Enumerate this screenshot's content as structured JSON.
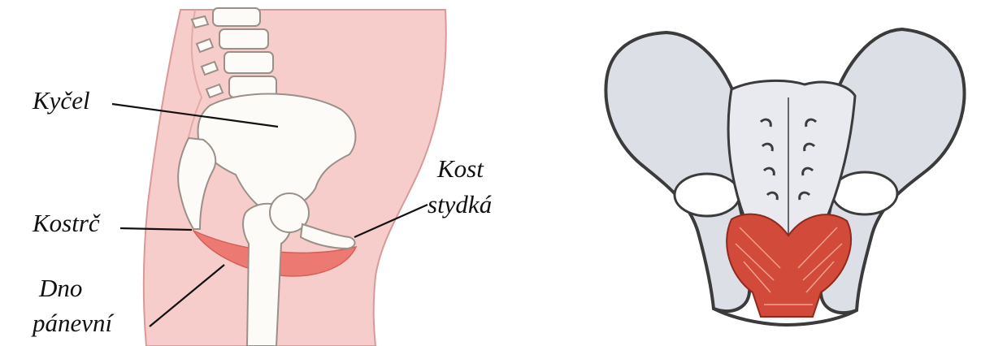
{
  "lateral_view": {
    "labels": {
      "hip": "Kyčel",
      "coccyx": "Kostrč",
      "pelvic_floor_line1": "Dno",
      "pelvic_floor_line2": "pánevní",
      "pubic_bone_line1": "Kost",
      "pubic_bone_line2": "stydká"
    }
  },
  "colors": {
    "skin": "#f6cdcb",
    "skin_outline": "#d79a98",
    "bone": "#fdfbf8",
    "bone_outline": "#9a9088",
    "pelvic_floor": "#ec7a73",
    "muscle": "#d14a3a",
    "frontal_bone": "#dcdfe6",
    "frontal_outline": "#3b3b3b"
  }
}
